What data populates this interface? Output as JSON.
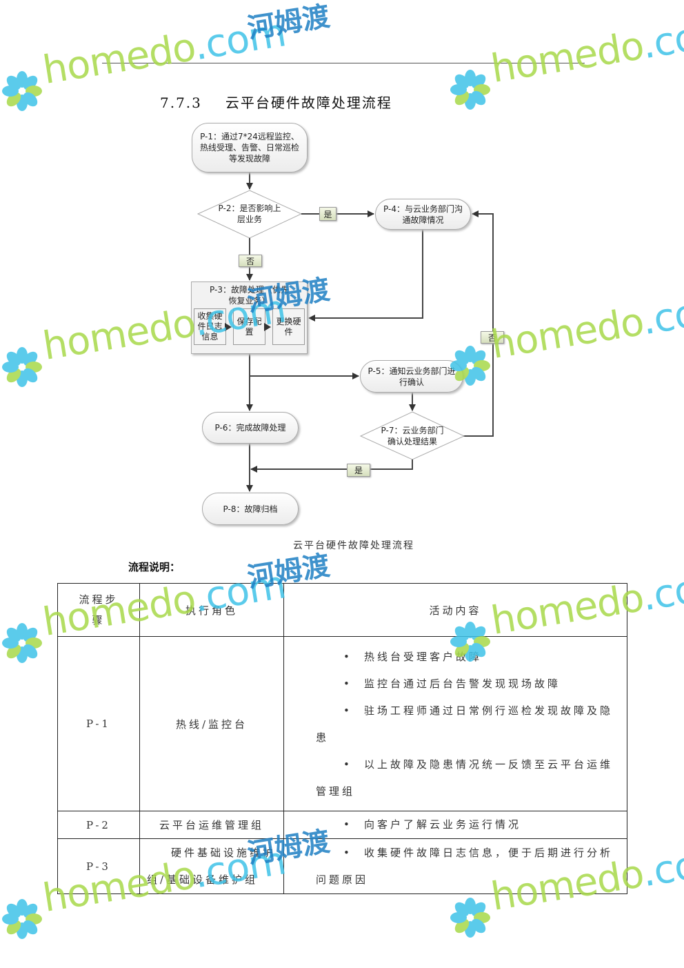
{
  "section": {
    "number": "7.7.3",
    "title": "云平台硬件故障处理流程"
  },
  "flow": {
    "p1": "P-1：通过7*24远程监控、热线受理、告警、日常巡检等发现故障",
    "p2": "P-2：是否影响上层业务",
    "p3_title": "P-3：故障处理（优先恢复业务）",
    "p3_steps": [
      "收集硬件日志信息",
      "保存配置",
      "更换硬件"
    ],
    "p4": "P-4：与云业务部门沟通故障情况",
    "p5": "P-5：通知云业务部门进行确认",
    "p6": "P-6：完成故障处理",
    "p7": "P-7：云业务部门确认处理结果",
    "p8": "P-8：故障归档",
    "yes": "是",
    "no": "否"
  },
  "caption": "云平台硬件故障处理流程",
  "desc_label": "流程说明：",
  "table": {
    "headers": [
      "流程步骤",
      "执行角色",
      "活动内容"
    ],
    "rows": [
      {
        "step": "P-1",
        "role": "热线/监控台",
        "items": [
          "热线台受理客户故障",
          "监控台通过后台告警发现现场故障",
          "驻场工程师通过日常例行巡检发现故障及隐患",
          "以上故障及隐患情况统一反馈至云平台运维管理组"
        ]
      },
      {
        "step": "P-2",
        "role": "云平台运维管理组",
        "items": [
          "向客户了解云业务运行情况"
        ]
      },
      {
        "step": "P-3",
        "role": "硬件基础设施维护组/基础设备维护组",
        "items": [
          "收集硬件故障日志信息，便于后期进行分析问题原因"
        ]
      }
    ]
  },
  "watermark": {
    "latin_green": "homedo",
    "latin_blue": ".com",
    "cn": "河姆渡"
  },
  "colors": {
    "wm_green": "#a8d94a",
    "wm_blue": "#3fc3e8",
    "wm_cn": "#1e7fc4"
  }
}
